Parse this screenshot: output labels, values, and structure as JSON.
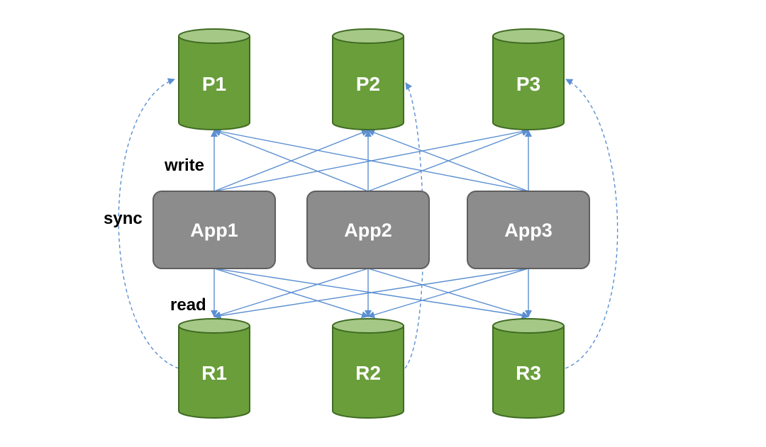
{
  "primaries": [
    {
      "id": "p1",
      "label": "P1"
    },
    {
      "id": "p2",
      "label": "P2"
    },
    {
      "id": "p3",
      "label": "P3"
    }
  ],
  "apps": [
    {
      "id": "app1",
      "label": "App1"
    },
    {
      "id": "app2",
      "label": "App2"
    },
    {
      "id": "app3",
      "label": "App3"
    }
  ],
  "replicas": [
    {
      "id": "r1",
      "label": "R1"
    },
    {
      "id": "r2",
      "label": "R2"
    },
    {
      "id": "r3",
      "label": "R3"
    }
  ],
  "annotations": {
    "write": "write",
    "read": "read",
    "sync": "sync"
  },
  "colors": {
    "cylinder_body": "#6a9e3b",
    "cylinder_top": "#a5c887",
    "cylinder_stroke": "#3f6b22",
    "app_fill": "#8c8c8c",
    "app_stroke": "#5f5f5f",
    "arrow": "#5b8fd1"
  }
}
